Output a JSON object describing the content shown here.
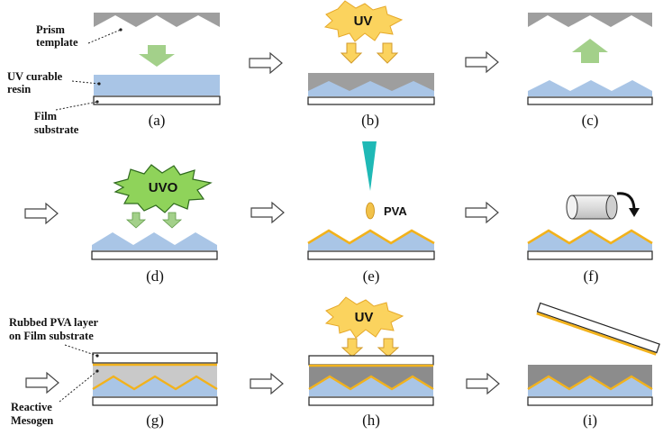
{
  "labels": {
    "prism_template": [
      "Prism",
      "template"
    ],
    "uv_curable_resin": [
      "UV curable",
      "resin"
    ],
    "film_substrate": [
      "Film",
      "substrate"
    ],
    "rubbed_pva": [
      "Rubbed PVA layer",
      "on Film substrate"
    ],
    "reactive_mesogen": [
      "Reactive",
      "Mesogen"
    ]
  },
  "bursts": {
    "b": "UV",
    "d": "UVO",
    "h": "UV"
  },
  "pva_label": "PVA",
  "captions": [
    "(a)",
    "(b)",
    "(c)",
    "(d)",
    "(e)",
    "(f)",
    "(g)",
    "(h)",
    "(i)"
  ],
  "colors": {
    "prism_gray": "#9e9e9e",
    "resin_blue": "#a9c5e6",
    "green_arrow": "#a3d08a",
    "uv_yellow": "#fbd35e",
    "uvo_green": "#8fd35a",
    "pva_orange": "#f2b21c",
    "nozzle_teal": "#1fb9b6"
  }
}
